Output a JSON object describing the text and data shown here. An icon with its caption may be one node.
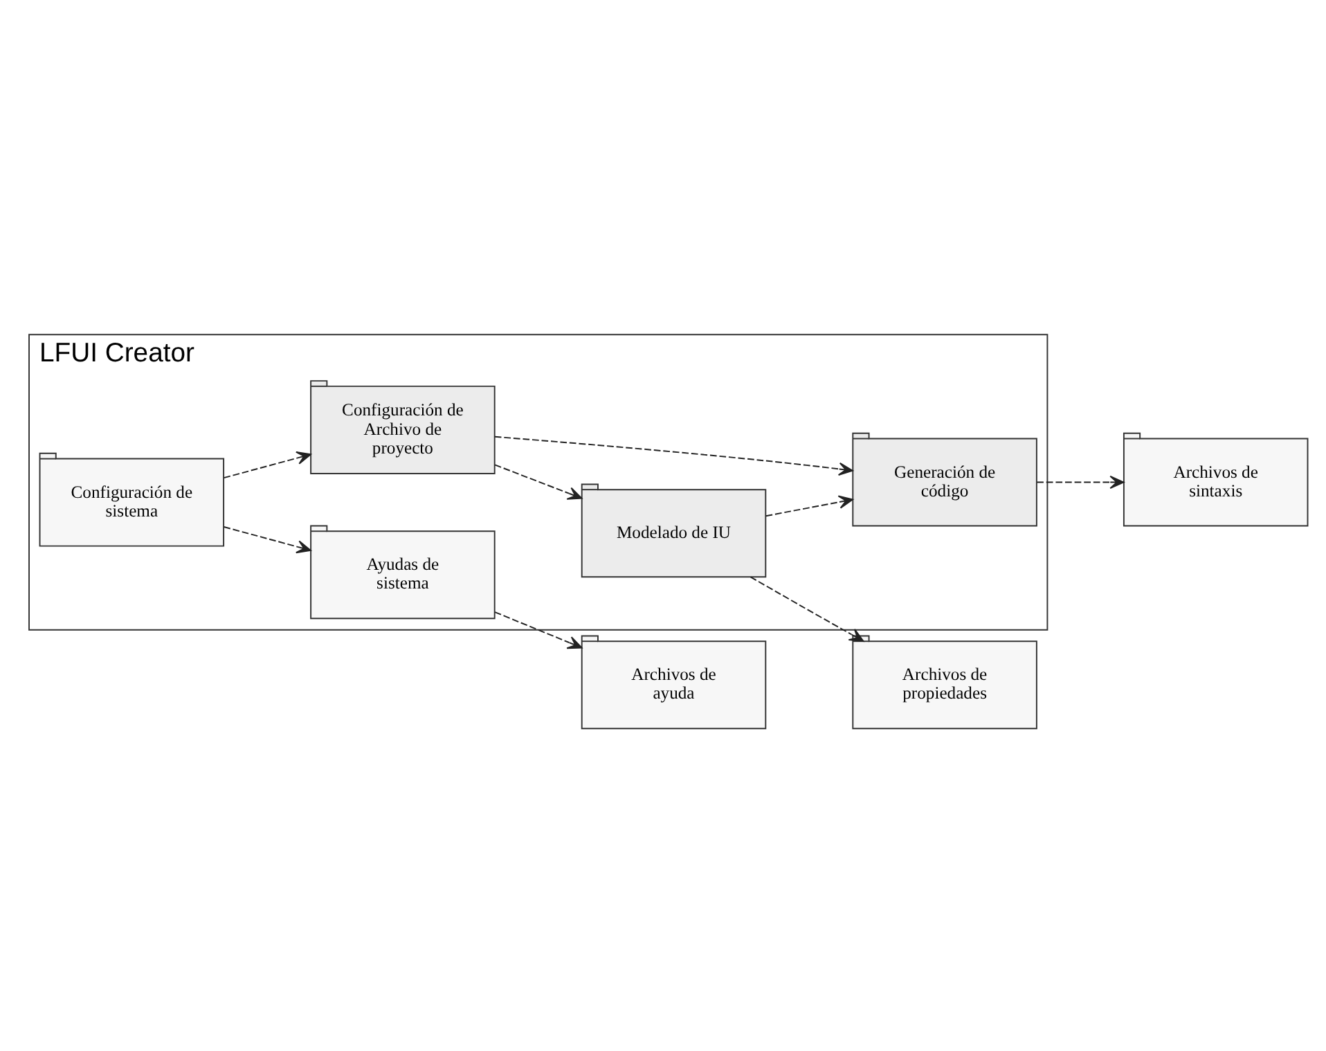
{
  "diagram": {
    "nodes": [
      {
        "text": [
          "LFUI Creator"
        ]
      },
      {
        "text": [
          "Configuración de Archivo de proyecto"
        ],
        "in": 0
      },
      {
        "text": [
          "Modelado de IU"
        ],
        "in": 0
      },
      {
        "text": [
          "Configuración de sistema"
        ],
        "in": 0
      },
      {
        "text": [
          "Generación de código"
        ],
        "in": 0
      },
      {
        "text": [
          "Ayudas de sistema"
        ],
        "in": 0
      },
      {
        "text": [
          "Archivos de propiedades"
        ]
      },
      {
        "text": [
          "Archivos de sintaxis"
        ]
      },
      {
        "text": [
          "Archivos de ayuda"
        ]
      }
    ],
    "edges": [
      {
        "from": 1,
        "to": 2,
        "arrow": "to",
        "style": "dashed"
      },
      {
        "from": 1,
        "to": 4,
        "arrow": "to",
        "style": "dashed"
      },
      {
        "from": 3,
        "to": 1,
        "arrow": "to",
        "style": "dashed"
      },
      {
        "from": 2,
        "to": 4,
        "arrow": "to",
        "style": "dashed"
      },
      {
        "from": 3,
        "to": 5,
        "arrow": "to",
        "style": "dashed"
      },
      {
        "from": 2,
        "to": 6,
        "arrow": "to",
        "style": "dashed"
      },
      {
        "from": 4,
        "to": 7,
        "arrow": "to",
        "style": "dashed"
      },
      {
        "from": 5,
        "to": 8,
        "arrow": "to",
        "style": "dashed"
      }
    ]
  }
}
